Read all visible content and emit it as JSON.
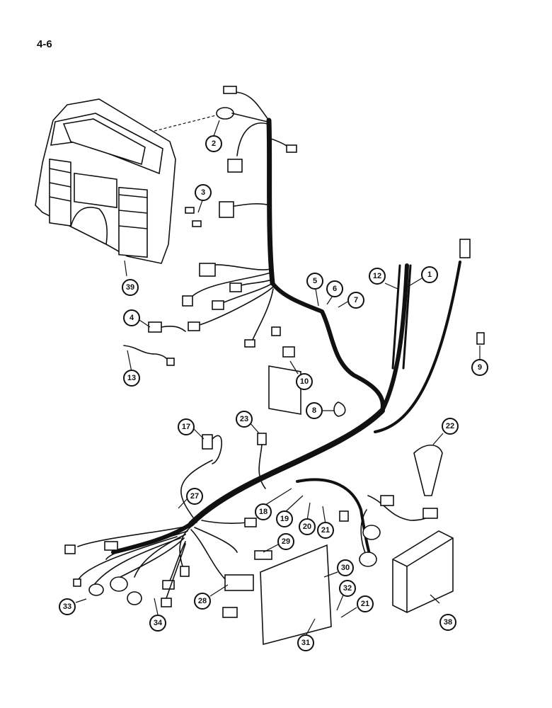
{
  "page": {
    "ref": "4-6"
  },
  "callouts": [
    {
      "id": "c1",
      "label": "1"
    },
    {
      "id": "c2",
      "label": "2"
    },
    {
      "id": "c3",
      "label": "3"
    },
    {
      "id": "c4",
      "label": "4"
    },
    {
      "id": "c5",
      "label": "5"
    },
    {
      "id": "c6",
      "label": "6"
    },
    {
      "id": "c7",
      "label": "7"
    },
    {
      "id": "c8",
      "label": "8"
    },
    {
      "id": "c9",
      "label": "9"
    },
    {
      "id": "c10",
      "label": "10"
    },
    {
      "id": "c12",
      "label": "12"
    },
    {
      "id": "c13",
      "label": "13"
    },
    {
      "id": "c17",
      "label": "17"
    },
    {
      "id": "c18",
      "label": "18"
    },
    {
      "id": "c19",
      "label": "19"
    },
    {
      "id": "c20",
      "label": "20"
    },
    {
      "id": "c21a",
      "label": "21"
    },
    {
      "id": "c21b",
      "label": "21"
    },
    {
      "id": "c22",
      "label": "22"
    },
    {
      "id": "c23",
      "label": "23"
    },
    {
      "id": "c27",
      "label": "27"
    },
    {
      "id": "c28",
      "label": "28"
    },
    {
      "id": "c29",
      "label": "29"
    },
    {
      "id": "c30",
      "label": "30"
    },
    {
      "id": "c31",
      "label": "31"
    },
    {
      "id": "c32",
      "label": "32"
    },
    {
      "id": "c33",
      "label": "33"
    },
    {
      "id": "c34",
      "label": "34"
    },
    {
      "id": "c38",
      "label": "38"
    },
    {
      "id": "c39",
      "label": "39"
    }
  ]
}
